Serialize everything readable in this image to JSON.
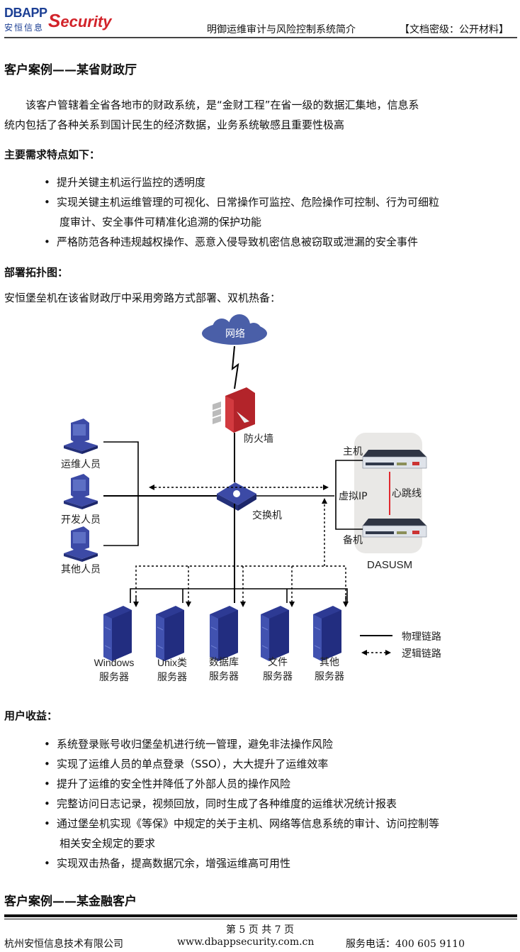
{
  "header": {
    "logo_text": "DBAPP",
    "logo_script": "ecurity",
    "logo_cn": "安恒信息",
    "doc_title": "明御运维审计与风险控制系统简介",
    "classification": "【文档密级：公开材料】"
  },
  "case1": {
    "title": "客户案例——某省财政厅",
    "intro_line1": "该客户管辖着全省各地市的财政系统，是“金财工程”在省一级的数据汇集地，信息系",
    "intro_line2": "统内包括了各种关系到国计民生的经济数据，业务系统敏感且重要性极高",
    "requirements_heading": "主要需求特点如下：",
    "requirements": [
      {
        "line1": "提升关键主机运行监控的透明度",
        "line2": ""
      },
      {
        "line1": "实现关键主机运维管理的可视化、日常操作可监控、危险操作可控制、行为可细粒",
        "line2": "度审计、安全事件可精准化追溯的保护功能"
      },
      {
        "line1": "严格防范各种违规越权操作、恶意入侵导致机密信息被窃取或泄漏的安全事件",
        "line2": ""
      }
    ],
    "topology_heading": "部署拓扑图：",
    "topology_desc": "安恒堡垒机在该省财政厅中采用旁路方式部署、双机热备：",
    "benefits_heading": "用户收益：",
    "benefits": [
      {
        "line1": "系统登录账号收归堡垒机进行统一管理，避免非法操作风险",
        "line2": ""
      },
      {
        "line1": "实现了运维人员的单点登录（SSO），大大提升了运维效率",
        "line2": ""
      },
      {
        "line1": "提升了运维的安全性并降低了外部人员的操作风险",
        "line2": ""
      },
      {
        "line1": "完整访问日志记录，视频回放，同时生成了各种维度的运维状况统计报表",
        "line2": ""
      },
      {
        "line1": "通过堡垒机实现《等保》中规定的关于主机、网络等信息系统的审计、访问控制等",
        "line2": "相关安全规定的要求"
      },
      {
        "line1": "实现双击热备，提高数据冗余，增强运维高可用性",
        "line2": ""
      }
    ]
  },
  "diagram": {
    "network": "网络",
    "firewall": "防火墙",
    "switch": "交换机",
    "users": [
      "运维人员",
      "开发人员",
      "其他人员"
    ],
    "primary": "主机",
    "backup": "备机",
    "virtual_ip": "虚拟IP",
    "heartbeat": "心跳线",
    "cluster_name": "DASUSM",
    "servers": [
      {
        "line1": "Windows",
        "line2": "服务器"
      },
      {
        "line1": "Unix类",
        "line2": "服务器"
      },
      {
        "line1": "数据库",
        "line2": "服务器"
      },
      {
        "line1": "文件",
        "line2": "服务器"
      },
      {
        "line1": "其他",
        "line2": "服务器"
      }
    ],
    "legend": {
      "physical": "物理链路",
      "logical": "逻辑链路"
    },
    "colors": {
      "device_blue": "#2e3a8c",
      "firewall_red": "#c0262b",
      "heartbeat_red": "#e0282e",
      "cloud_blue": "#4a5fa8"
    }
  },
  "case2": {
    "title": "客户案例——某金融客户"
  },
  "footer": {
    "page": "第  5 页 共 7 页",
    "company": "杭州安恒信息技术有限公司",
    "url": "www.dbappsecurity.com.cn",
    "phone": "服务电话：400 605 9110"
  }
}
